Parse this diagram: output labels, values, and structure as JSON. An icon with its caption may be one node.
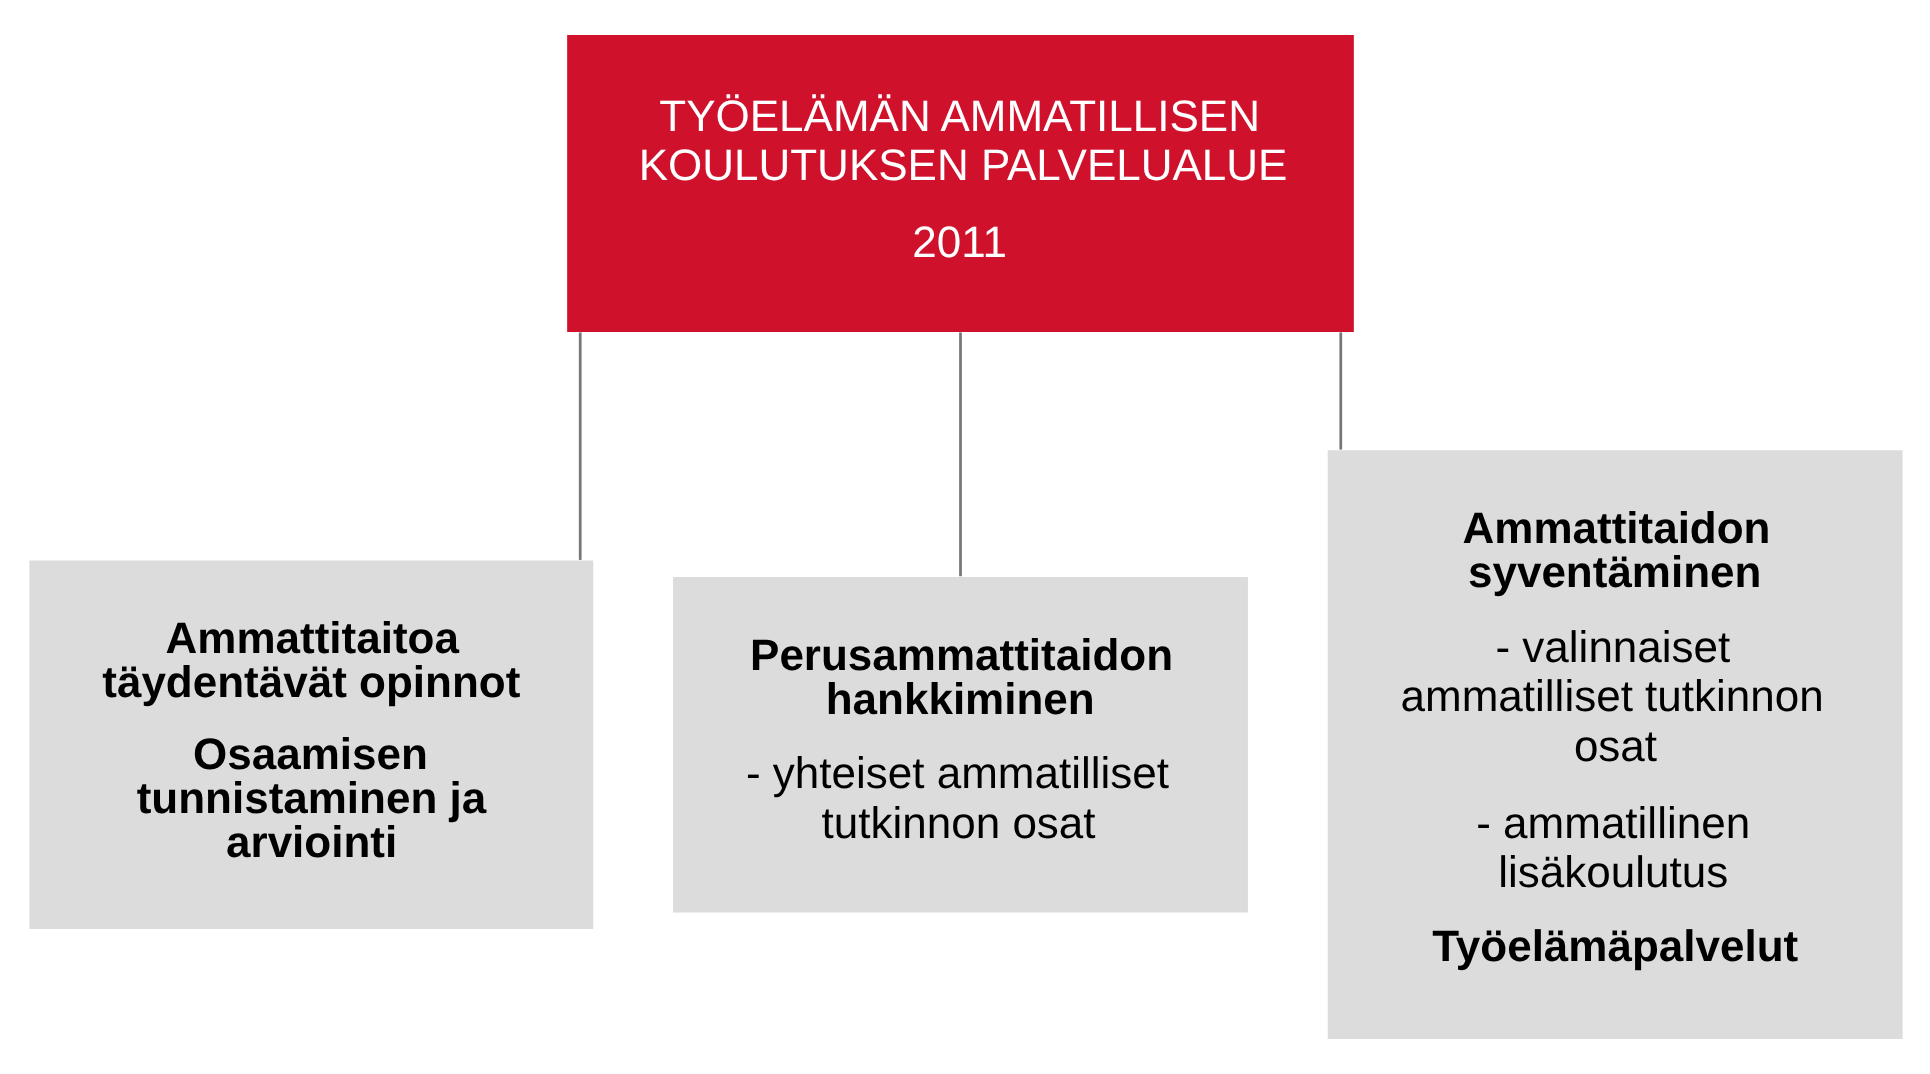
{
  "diagram": {
    "nodes": [
      {
        "text": [
          "TYÖELÄMÄN AMMATILLISEN KOULUTUKSEN PALVELUALUE",
          "2011"
        ]
      },
      {
        "text": [
          "Ammattitaitoa täydentävät opinnot",
          "Osaamisen tunnistaminen ja arviointi"
        ]
      },
      {
        "text": [
          "Perusammattitaidon hankkiminen",
          "- yhteiset ammatilliset tutkinnon osat"
        ]
      },
      {
        "text": [
          "Ammattitaidon syventäminen",
          "- valinnaiset ammatilliset tutkinnon osat",
          "- ammatillinen lisäkoulutus",
          "Työelämäpalvelut"
        ]
      }
    ],
    "edges": [
      {
        "from": 0,
        "to": 1,
        "arrow": "none"
      },
      {
        "from": 0,
        "to": 2,
        "arrow": "none"
      },
      {
        "from": 0,
        "to": 3,
        "arrow": "none"
      }
    ]
  }
}
